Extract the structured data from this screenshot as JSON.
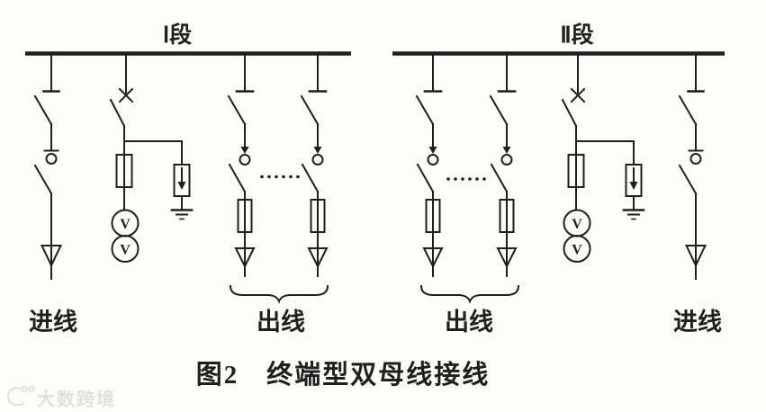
{
  "colors": {
    "background": "#fcfcfb",
    "ink": "#1f1f1f",
    "watermark": "#e0e0e0"
  },
  "buses": [
    {
      "label": "Ⅰ段"
    },
    {
      "label": "Ⅱ段"
    }
  ],
  "feeder_labels": {
    "left_incoming": "进线",
    "left_outgoing": "出线",
    "right_outgoing": "出线",
    "right_incoming": "进线"
  },
  "voltage_transformer_letter": "V",
  "caption": "图2　终端型双母线接线",
  "watermark": {
    "brand": "大数跨境"
  }
}
